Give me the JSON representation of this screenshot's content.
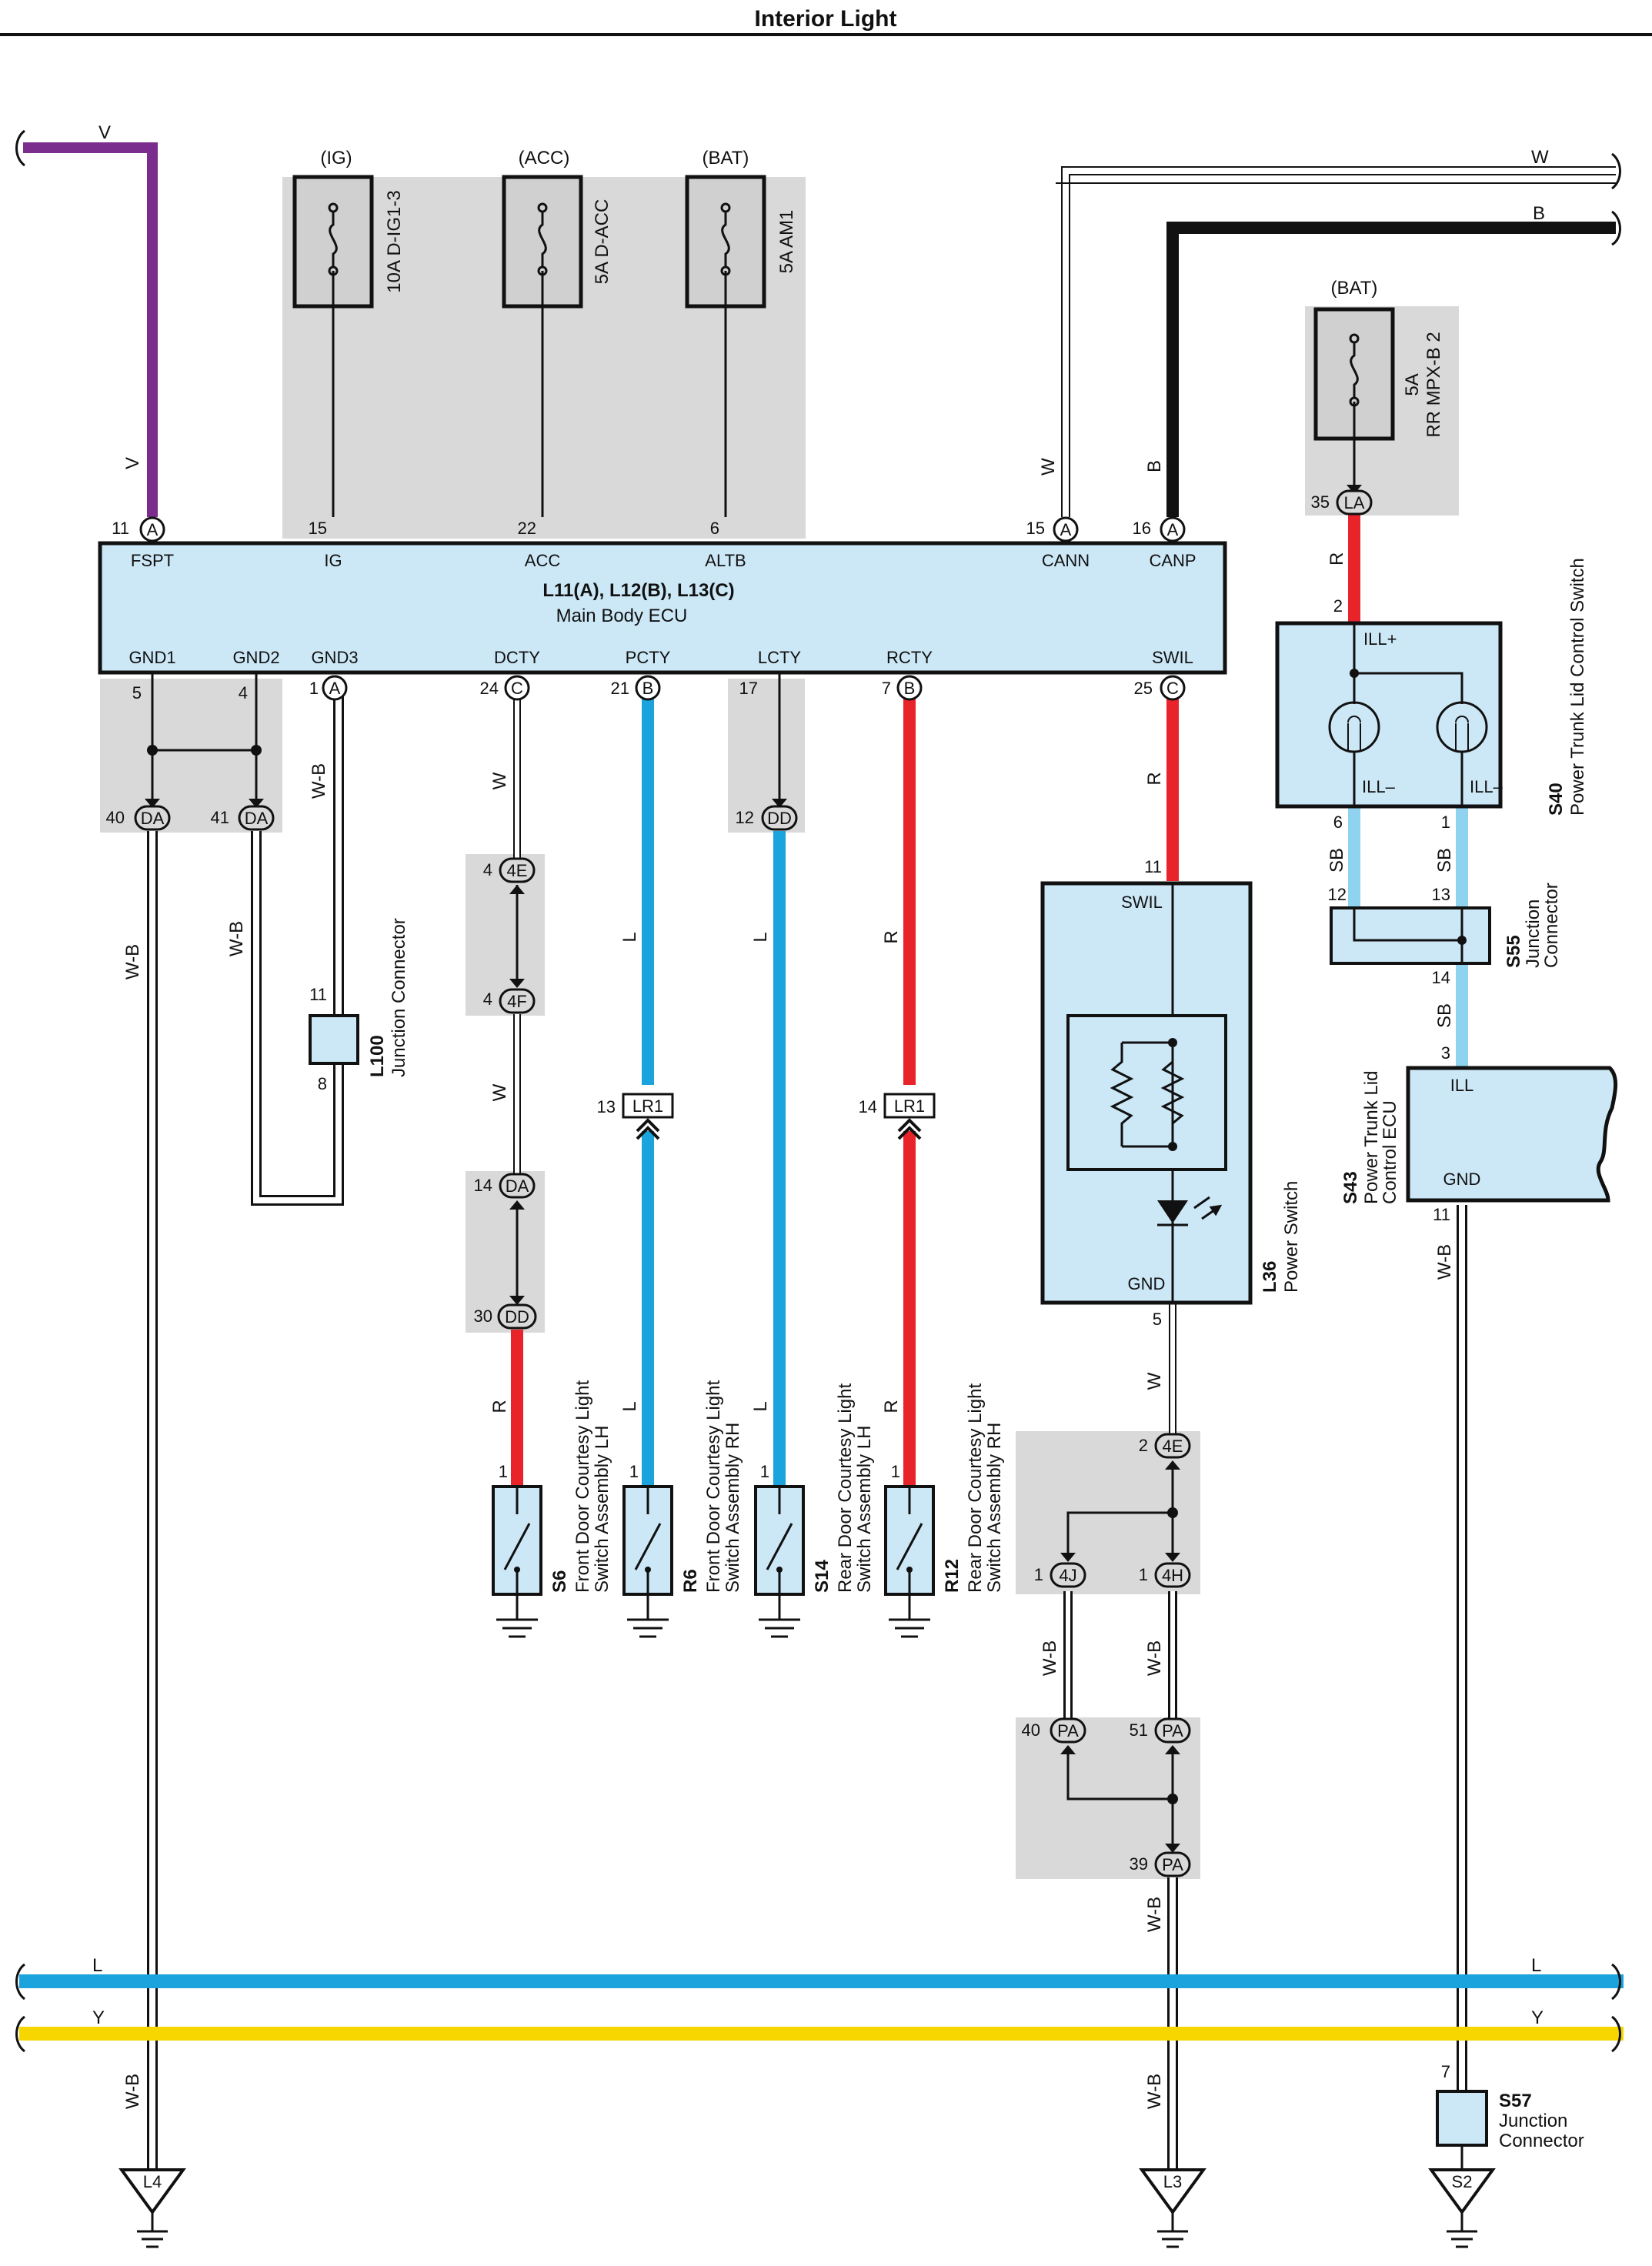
{
  "title": "Interior Light",
  "colors": {
    "violet": "#7b2d8e",
    "blue": "#1aa3dc",
    "red": "#e8232a",
    "skyblue": "#8fd3f0",
    "yellow": "#f7d600",
    "black": "#111111",
    "component_fill": "#cce8f7",
    "shade": "#d9d9d9"
  },
  "fuses": [
    {
      "source": "(IG)",
      "rating": "10A D-IG1-3"
    },
    {
      "source": "(ACC)",
      "rating": "5A D-ACC"
    },
    {
      "source": "(BAT)",
      "rating": "5A AM1"
    },
    {
      "source": "(BAT)",
      "rating_line1": "5A",
      "rating_line2": "RR MPX-B 2"
    }
  ],
  "wire_labels": {
    "v": "V",
    "w": "W",
    "b": "B",
    "r": "R",
    "l": "L",
    "wb": "W-B",
    "sb": "SB",
    "y": "Y"
  },
  "ecu": {
    "title": "L11(A), L12(B), L13(C)",
    "name": "Main Body ECU",
    "top_pins": [
      {
        "num": "11",
        "conn": "A",
        "name": "FSPT"
      },
      {
        "num": "15",
        "name": "IG"
      },
      {
        "num": "22",
        "name": "ACC"
      },
      {
        "num": "6",
        "name": "ALTB"
      },
      {
        "num": "15",
        "conn": "A",
        "name": "CANN"
      },
      {
        "num": "16",
        "conn": "A",
        "name": "CANP"
      }
    ],
    "bottom_pins": [
      {
        "num": "5",
        "name": "GND1"
      },
      {
        "num": "4",
        "name": "GND2"
      },
      {
        "num": "1",
        "conn": "A",
        "name": "GND3"
      },
      {
        "num": "24",
        "conn": "C",
        "name": "DCTY"
      },
      {
        "num": "21",
        "conn": "B",
        "name": "PCTY"
      },
      {
        "num": "17",
        "name": "LCTY"
      },
      {
        "num": "7",
        "conn": "B",
        "name": "RCTY"
      },
      {
        "num": "25",
        "conn": "C",
        "name": "SWIL"
      }
    ]
  },
  "connectors": {
    "da40": {
      "num": "40",
      "conn": "DA"
    },
    "da41": {
      "num": "41",
      "conn": "DA"
    },
    "dd12": {
      "num": "12",
      "conn": "DD"
    },
    "c4e_4": {
      "num": "4",
      "conn": "4E"
    },
    "c4f_4": {
      "num": "4",
      "conn": "4F"
    },
    "da14": {
      "num": "14",
      "conn": "DA"
    },
    "dd30": {
      "num": "30",
      "conn": "DD"
    },
    "lr1_13": {
      "num": "13",
      "conn": "LR1"
    },
    "lr1_14": {
      "num": "14",
      "conn": "LR1"
    },
    "la35": {
      "num": "35",
      "conn": "LA"
    },
    "c4e_2": {
      "num": "2",
      "conn": "4E"
    },
    "c4j_1": {
      "num": "1",
      "conn": "4J"
    },
    "c4h_1": {
      "num": "1",
      "conn": "4H"
    },
    "pa40": {
      "num": "40",
      "conn": "PA"
    },
    "pa51": {
      "num": "51",
      "conn": "PA"
    },
    "pa39": {
      "num": "39",
      "conn": "PA"
    }
  },
  "components": {
    "l100": {
      "code": "L100",
      "name": "Junction Connector",
      "pin_top": "11",
      "pin_bottom": "8"
    },
    "s6": {
      "code": "S6",
      "name_line1": "Front Door Courtesy Light",
      "name_line2": "Switch Assembly LH",
      "pin": "1"
    },
    "r6": {
      "code": "R6",
      "name_line1": "Front Door Courtesy Light",
      "name_line2": "Switch Assembly RH",
      "pin": "1"
    },
    "s14": {
      "code": "S14",
      "name_line1": "Rear Door Courtesy Light",
      "name_line2": "Switch Assembly LH",
      "pin": "1"
    },
    "r12": {
      "code": "R12",
      "name_line1": "Rear Door Courtesy Light",
      "name_line2": "Switch Assembly RH",
      "pin": "1"
    },
    "l36": {
      "code": "L36",
      "name": "Power Switch",
      "pin_top": "11",
      "pin_top_name": "SWIL",
      "pin_bottom": "5",
      "pin_bottom_name": "GND"
    },
    "s40": {
      "code": "S40",
      "name": "Power Trunk Lid Control Switch",
      "pin_top": "2",
      "pin_top_name": "ILL+",
      "pin_left": "6",
      "pin_left_name": "ILL–",
      "pin_right": "1",
      "pin_right_name": "ILL–"
    },
    "s55": {
      "code": "S55",
      "name_line1": "Junction",
      "name_line2": "Connector",
      "pin_tl": "12",
      "pin_tr": "13",
      "pin_b": "14"
    },
    "s43": {
      "code": "S43",
      "name_line1": "Power Trunk Lid",
      "name_line2": "Control ECU",
      "pin_top": "3",
      "pin_top_name": "ILL",
      "pin_bottom": "11",
      "pin_bottom_name": "GND"
    },
    "s57": {
      "code": "S57",
      "name_line1": "Junction",
      "name_line2": "Connector",
      "pin": "7"
    }
  },
  "grounds": [
    "L4",
    "L3",
    "S2"
  ]
}
